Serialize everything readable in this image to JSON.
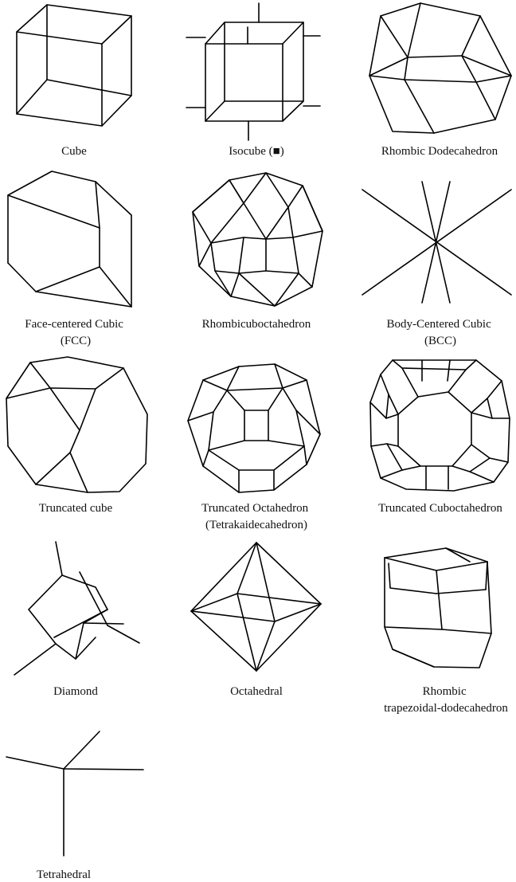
{
  "figure": {
    "line_color": "#000000",
    "background": "#ffffff",
    "items": [
      {
        "id": "cube",
        "icon": "cube-wireframe",
        "caption": [
          "Cube"
        ]
      },
      {
        "id": "isocube",
        "icon": "isocube-wireframe",
        "caption": [
          "Isocube (■)"
        ]
      },
      {
        "id": "rhombic-dodecahedron",
        "icon": "rhombic-dodecahedron-wireframe",
        "caption": [
          "Rhombic Dodecahedron"
        ]
      },
      {
        "id": "fcc",
        "icon": "fcc-wireframe",
        "caption": [
          "Face-centered Cubic",
          "(FCC)"
        ]
      },
      {
        "id": "rhombicuboctahedron",
        "icon": "rhombicuboctahedron-wireframe",
        "caption": [
          "Rhombicuboctahedron"
        ]
      },
      {
        "id": "bcc",
        "icon": "bcc-star",
        "caption": [
          "Body-Centered Cubic",
          "(BCC)"
        ]
      },
      {
        "id": "truncated-cube",
        "icon": "truncated-cube-wireframe",
        "caption": [
          "Truncated cube"
        ]
      },
      {
        "id": "truncated-octahedron",
        "icon": "truncated-octahedron-wireframe",
        "caption": [
          "Truncated Octahedron",
          "(Tetrakaidecahedron)"
        ]
      },
      {
        "id": "truncated-cuboctahedron",
        "icon": "truncated-cuboctahedron-wireframe",
        "caption": [
          "Truncated Cuboctahedron"
        ]
      },
      {
        "id": "diamond",
        "icon": "diamond-wireframe",
        "caption": [
          "Diamond"
        ]
      },
      {
        "id": "octahedral",
        "icon": "octahedral-wireframe",
        "caption": [
          "Octahedral"
        ]
      },
      {
        "id": "rhombic-trapezoidal-dodecahedron",
        "icon": "rhombic-trapezoidal-dodecahedron-wireframe",
        "caption": [
          "Rhombic",
          "trapezoidal-dodecahedron"
        ]
      },
      {
        "id": "tetrahedral",
        "icon": "tetrahedral-star",
        "caption": [
          "Tetrahedral"
        ]
      }
    ]
  }
}
